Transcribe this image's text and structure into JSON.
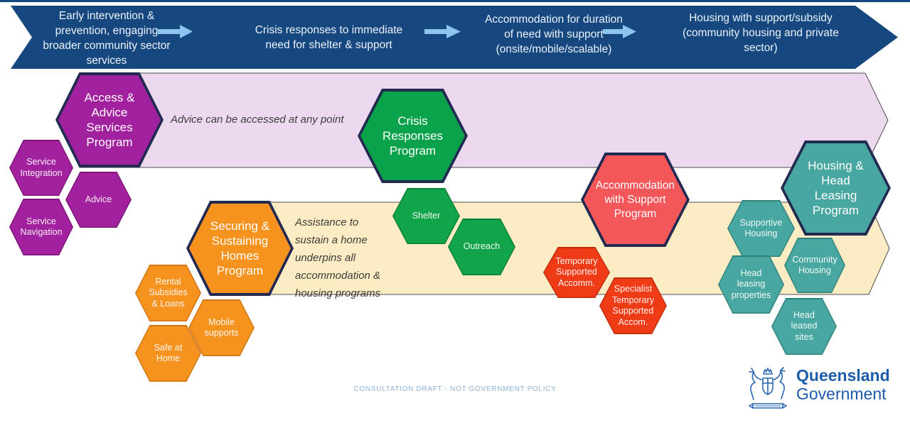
{
  "banner": {
    "stages": [
      {
        "label": "Early intervention &\nprevention, engaging\nbroader community sector\nservices"
      },
      {
        "label": "Crisis responses to immediate\nneed for shelter & support"
      },
      {
        "label": "Accommodation for duration\nof need with support\n(onsite/mobile/scalable)"
      },
      {
        "label": "Housing with support/subsidy\n(community housing and private\nsector)"
      }
    ]
  },
  "bands": {
    "advice_note": "Advice can be accessed at any point",
    "sustain_note": "Assistance to\nsustain a home\nunderpins all\naccommodation &\nhousing programs"
  },
  "programs": [
    {
      "id": "access-advice-services",
      "label": "Access &\nAdvice\nServices\nProgram",
      "color": "#a2219e"
    },
    {
      "id": "crisis-responses",
      "label": "Crisis\nResponses\nProgram",
      "color": "#0ba24c"
    },
    {
      "id": "securing-sustaining-homes",
      "label": "Securing &\nSustaining\nHomes\nProgram",
      "color": "#f6921e"
    },
    {
      "id": "accommodation-with-support",
      "label": "Accommodation\nwith Support\nProgram",
      "color": "#f4575a"
    },
    {
      "id": "housing-head-leasing",
      "label": "Housing &\nHead\nLeasing\nProgram",
      "color": "#48a7a0"
    }
  ],
  "sub_services": {
    "purple": [
      "Service\nIntegration",
      "Advice",
      "Service\nNavigation"
    ],
    "green": [
      "Shelter",
      "Outreach"
    ],
    "orange": [
      "Rental\nSubsidies\n& Loans",
      "Mobile\nsupports",
      "Safe at\nHome"
    ],
    "red": [
      "Temporary\nSupported\nAccomm.",
      "Specialist\nTemporary\nSupported\nAccom."
    ],
    "teal": [
      "Supportive\nHousing",
      "Community\nHousing",
      "Head\nleasing\nproperties",
      "Head\nleased\nsites"
    ]
  },
  "footer": {
    "disclaimer": "CONSULTATION DRAFT - NOT GOVERNMENT POLICY"
  },
  "logo": {
    "line1": "Queensland",
    "line2": "Government"
  },
  "colors": {
    "banner_blue": "#17477f",
    "arrow_light_blue": "#8ac4ef",
    "lavender_band": "#ecd9f0",
    "cream_band": "#fcecc3",
    "navy_border": "#222a52",
    "purple": "#a2219e",
    "green": "#0ba24c",
    "orange": "#f6921e",
    "coral_red": "#f4575a",
    "orange_red": "#f03c16",
    "teal": "#48a7a0",
    "logo_blue": "#1d5bab"
  }
}
